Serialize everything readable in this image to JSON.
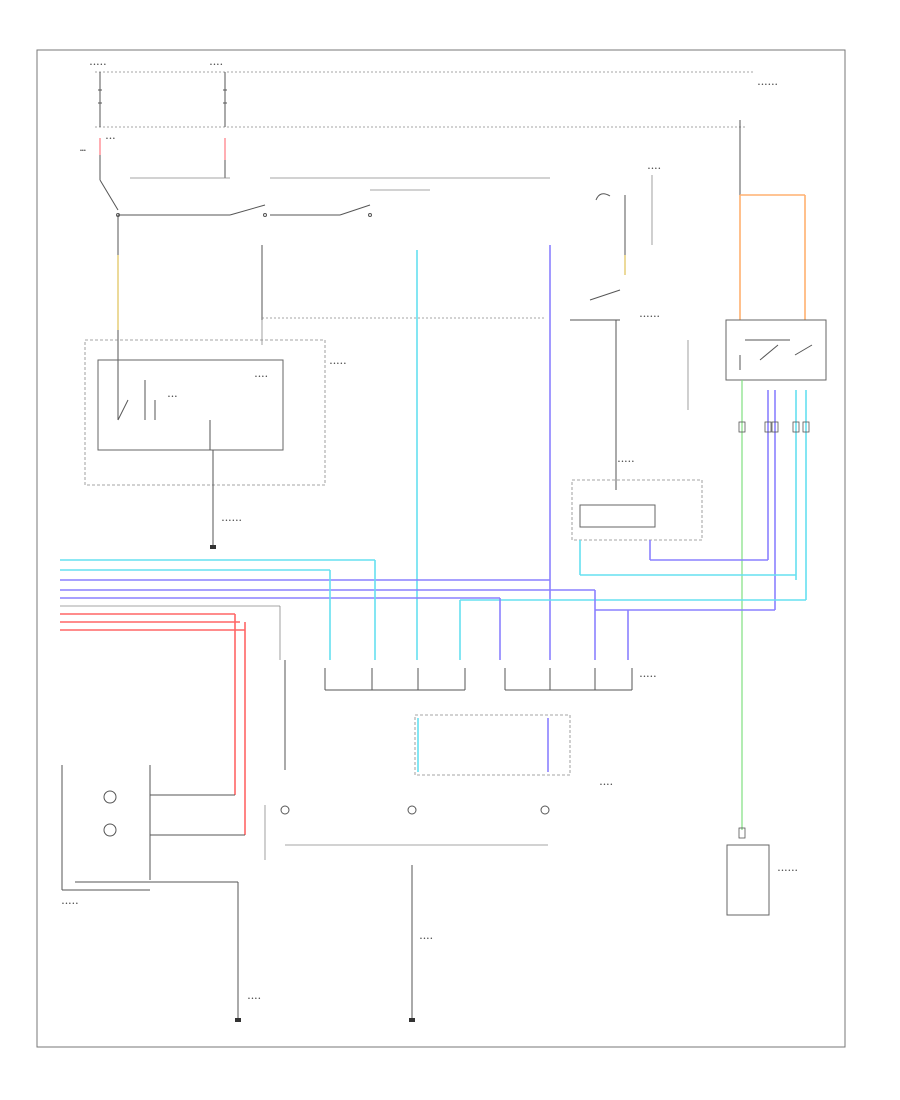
{
  "footer_code": "",
  "colors": {
    "cyan": "#66e0f0",
    "blue": "#8a80ff",
    "red": "#ff6666",
    "orange": "#ffb070",
    "green": "#80e080",
    "yellow": "#e8d080",
    "pink": "#ff9aa0"
  },
  "components": [
    {
      "name": "fuse-top-left"
    },
    {
      "name": "fuse-top-center"
    },
    {
      "name": "fuse-top-right"
    },
    {
      "name": "relay-box-left"
    },
    {
      "name": "relay-box-right"
    },
    {
      "name": "combination-switch"
    },
    {
      "name": "connector-row-left"
    },
    {
      "name": "connector-row-right"
    },
    {
      "name": "bulb-right"
    },
    {
      "name": "bulb-left"
    },
    {
      "name": "ground-left"
    },
    {
      "name": "ground-center"
    },
    {
      "name": "ground-right-box"
    }
  ]
}
